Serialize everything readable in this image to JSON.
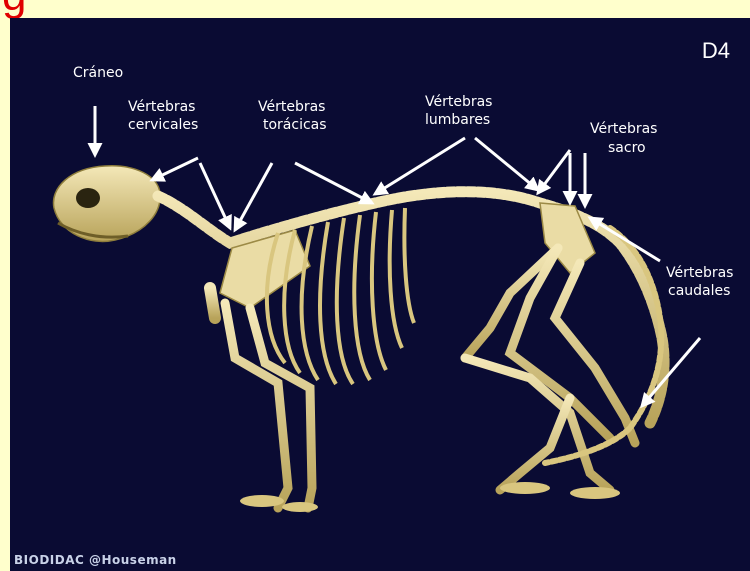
{
  "slide": {
    "corner_title": "g",
    "code": "D4",
    "watermark": "BIODIDAC @Houseman"
  },
  "labels": {
    "craneo": "Cráneo",
    "cervicales_1": "Vértebras",
    "cervicales_2": "cervicales",
    "toracicas_1": "Vértebras",
    "toracicas_2": "torácicas",
    "lumbares_1": "Vértebras",
    "lumbares_2": "lumbares",
    "sacro_1": "Vértebras",
    "sacro_2": "sacro",
    "caudales_1": "Vértebras",
    "caudales_2": "caudales"
  },
  "colors": {
    "background": "#0A0B33",
    "bone": "#E8D9A0",
    "bone_shadow": "#A8964F",
    "arrow": "#FFFFFF",
    "title": "#E00000",
    "slide": "#FFFFCC"
  }
}
